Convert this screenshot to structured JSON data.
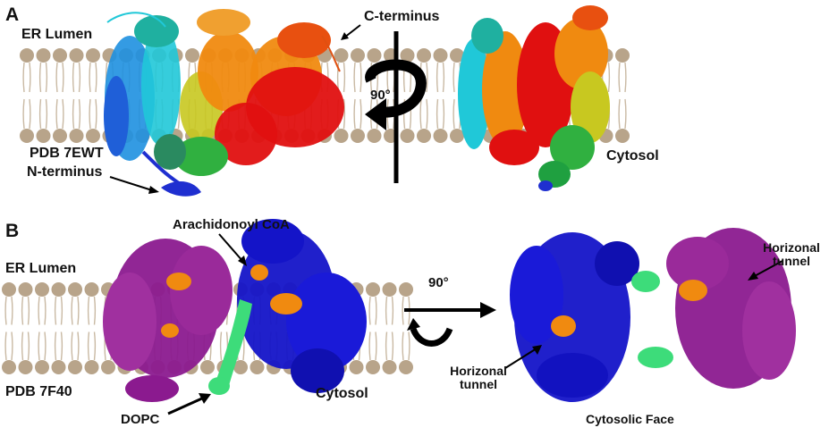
{
  "panel_a": {
    "letter": "A",
    "er_lumen": "ER Lumen",
    "c_terminus": "C-terminus",
    "rotation": "90°",
    "pdb": "PDB 7EWT",
    "n_terminus": "N-terminus",
    "cytosol": "Cytosol"
  },
  "panel_b": {
    "letter": "B",
    "arachidonoyl": "Arachidonoyl CoA",
    "er_lumen": "ER Lumen",
    "pdb": "PDB 7F40",
    "cytosol": "Cytosol",
    "dopc": "DOPC",
    "rotation": "90°",
    "tunnel_right_line1": "Horizonal",
    "tunnel_right_line2": "tunnel",
    "tunnel_left_line1": "Horizonal",
    "tunnel_left_line2": "tunnel",
    "cytosolic_face": "Cytosolic Face"
  },
  "colors": {
    "membrane_head": "#b8a48a",
    "membrane_tail": "#c9b9a3",
    "rainbow": [
      "#1f2fd0",
      "#1e90e0",
      "#20c8d8",
      "#30b040",
      "#c8c820",
      "#f08a10",
      "#e01010"
    ],
    "dimer_purple": "#8b1a8f",
    "dimer_blue": "#1414c8",
    "ligand_orange": "#f08a10",
    "lipid_green": "#3ddc7a"
  }
}
